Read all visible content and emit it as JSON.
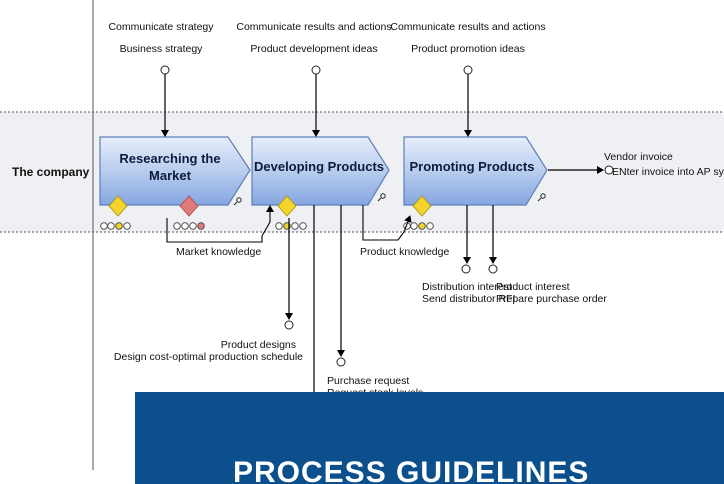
{
  "lane": {
    "name": "The company"
  },
  "processes": [
    {
      "line1": "Researching the",
      "line2": "Market"
    },
    {
      "line1": "Developing Products"
    },
    {
      "line1": "Promoting Products"
    }
  ],
  "inputs": [
    {
      "line1": "Communicate strategy",
      "line2": "Business strategy"
    },
    {
      "line1": "Communicate results and actions",
      "line2": "Product development ideas"
    },
    {
      "line1": "Communicate results and actions",
      "line2": "Product promotion ideas"
    }
  ],
  "flows": {
    "market_knowledge": "Market knowledge",
    "product_knowledge": "Product knowledge"
  },
  "outputs": {
    "vendor_invoice": {
      "line1": "Vendor invoice",
      "line2": "ENter invoice into AP system"
    },
    "distribution_interest": {
      "line1": "Distribution interest",
      "line2": "Send distributor RFI"
    },
    "product_interest": {
      "line1": "Product interest",
      "line2": "Prepare purchase order"
    },
    "product_designs": {
      "line1": "Product designs",
      "line2": "Design cost-optimal production schedule"
    },
    "purchase_request": {
      "line1": "Purchase request",
      "line2": "Request stock levels"
    }
  },
  "banner": {
    "title": "PROCESS GUIDELINES"
  },
  "colors": {
    "process_fill_top": "#dfe9f8",
    "process_fill_bottom": "#8fb0e4",
    "lane_band": "#eef0f3",
    "gateway_yellow": "#f2d42b",
    "gateway_red": "#e07b7b",
    "banner_blue": "#0b4f8c"
  }
}
